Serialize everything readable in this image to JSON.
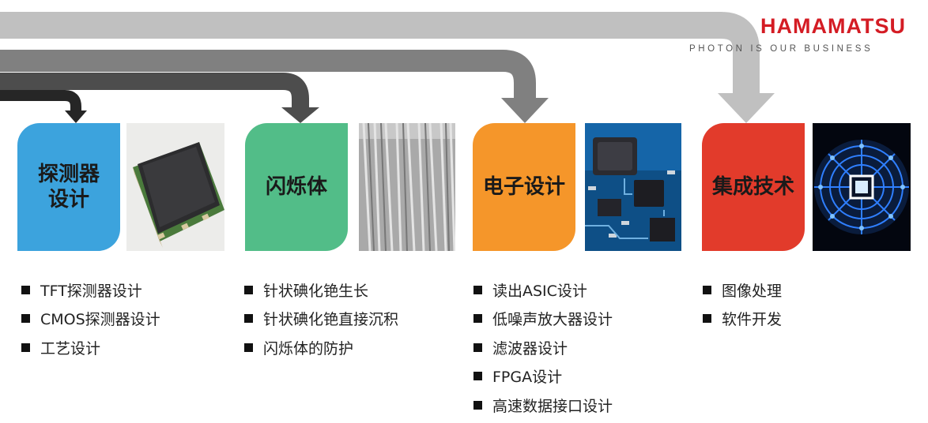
{
  "brand": {
    "name": "HAMAMATSU",
    "tagline": "PHOTON IS OUR BUSINESS",
    "color": "#d41c24"
  },
  "columns": [
    {
      "title": "探测器设计",
      "color": "#3ca3dd",
      "photo": "detector-panel-image",
      "items": [
        "TFT探测器设计",
        "CMOS探测器设计",
        "工艺设计"
      ]
    },
    {
      "title": "闪烁体",
      "color": "#52bd88",
      "photo": "scintillator-crystal-image",
      "items": [
        "针状碘化铯生长",
        "针状碘化铯直接沉积",
        "闪烁体的防护"
      ]
    },
    {
      "title": "电子设计",
      "color": "#f5962a",
      "photo": "circuit-board-image",
      "items": [
        "读出ASIC设计",
        "低噪声放大器设计",
        "滤波器设计",
        "FPGA设计",
        "高速数据接口设计"
      ]
    },
    {
      "title": "集成技术",
      "color": "#e23b2b",
      "photo": "integrated-chip-image",
      "items": [
        "图像处理",
        "软件开发"
      ]
    }
  ],
  "arrows": [
    {
      "target": "集成技术",
      "color": "#c0c0c0"
    },
    {
      "target": "电子设计",
      "color": "#808080"
    },
    {
      "target": "闪烁体",
      "color": "#4d4d4d"
    },
    {
      "target": "探测器设计",
      "color": "#262626"
    }
  ]
}
